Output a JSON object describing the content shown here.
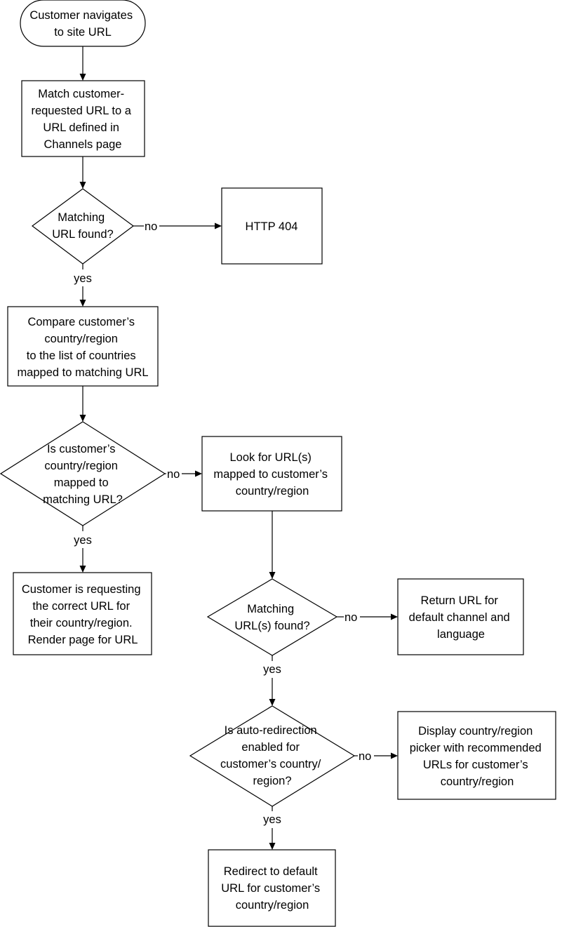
{
  "nodes": {
    "start": [
      "Customer navigates",
      "to site URL"
    ],
    "match_url": [
      "Match customer-",
      "requested URL to a",
      "URL defined in",
      "Channels page"
    ],
    "matching_url_found": [
      "Matching",
      "URL found?"
    ],
    "http_404": [
      "HTTP 404"
    ],
    "compare_country": [
      "Compare customer’s",
      "country/region",
      "to the list of countries",
      "mapped to matching URL"
    ],
    "is_country_mapped": [
      "Is customer’s",
      "country/region",
      "mapped to",
      "matching URL?"
    ],
    "correct_url": [
      "Customer is requesting",
      "the correct URL for",
      "their country/region.",
      "Render page for URL"
    ],
    "look_for_urls": [
      "Look for URL(s)",
      "mapped to customer’s",
      "country/region"
    ],
    "matching_urls_found": [
      "Matching",
      "URL(s) found?"
    ],
    "return_default": [
      "Return URL for",
      "default channel and",
      "language"
    ],
    "auto_redirect_enabled": [
      "Is auto-redirection",
      "enabled for",
      "customer’s country/",
      "region?"
    ],
    "display_picker": [
      "Display country/region",
      "picker with recommended",
      "URLs for customer’s",
      "country/region"
    ],
    "redirect_default": [
      "Redirect to default",
      "URL for customer’s",
      "country/region"
    ]
  },
  "edge_labels": {
    "no1": "no",
    "yes1": "yes",
    "no2": "no",
    "yes2": "yes",
    "no3": "no",
    "yes3": "yes",
    "no4": "no",
    "yes4": "yes"
  },
  "style": {
    "stroke": "#000000",
    "fill": "#ffffff",
    "text": "#000000"
  }
}
